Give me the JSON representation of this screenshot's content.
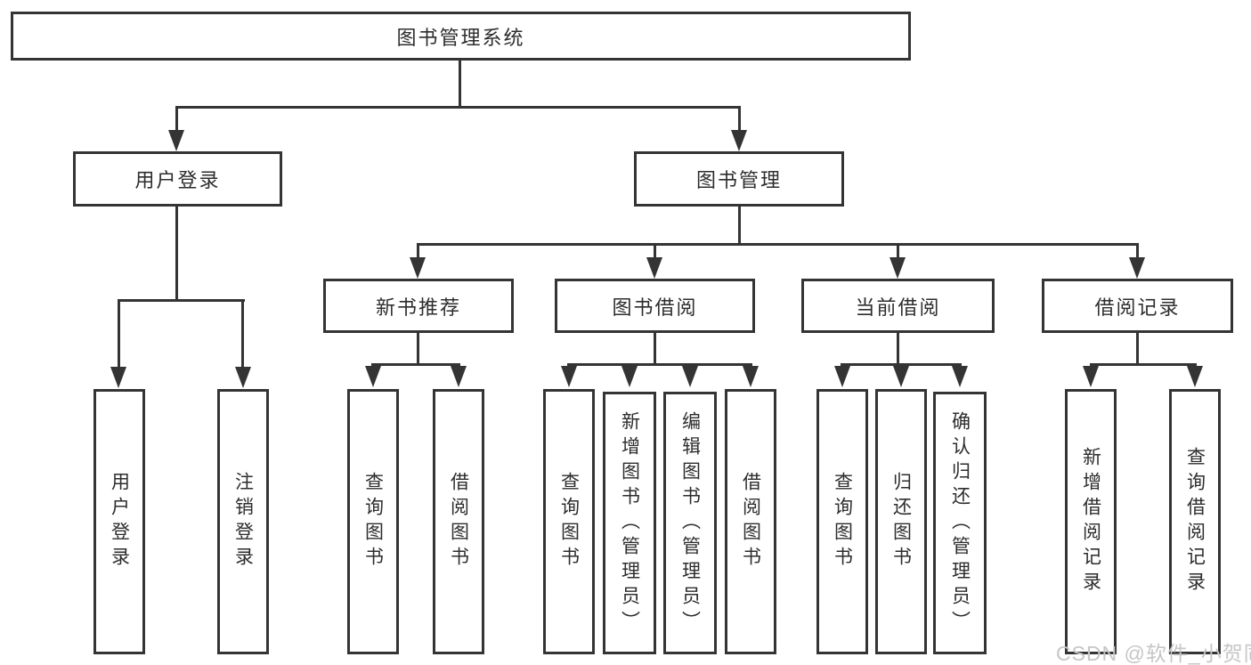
{
  "page": {
    "watermark": "CSDN @软件_小贺同学"
  },
  "colors": {
    "line": "#343434",
    "text": "#2d2d2d",
    "watermark": "#c6c6c6",
    "background": "#ffffff"
  },
  "tree": {
    "root": {
      "label": "图书管理系统"
    },
    "children": [
      {
        "label": "用户登录",
        "children": [
          {
            "label": "用户登录"
          },
          {
            "label": "注销登录"
          }
        ]
      },
      {
        "label": "图书管理",
        "children": [
          {
            "label": "新书推荐",
            "children": [
              {
                "label": "查询图书"
              },
              {
                "label": "借阅图书"
              }
            ]
          },
          {
            "label": "图书借阅",
            "children": [
              {
                "label": "查询图书"
              },
              {
                "label": "新增图书（管理员）"
              },
              {
                "label": "编辑图书（管理员）"
              },
              {
                "label": "借阅图书"
              }
            ]
          },
          {
            "label": "当前借阅",
            "children": [
              {
                "label": "查询图书"
              },
              {
                "label": "归还图书"
              },
              {
                "label": "确认归还（管理员）"
              }
            ]
          },
          {
            "label": "借阅记录",
            "children": [
              {
                "label": "新增借阅记录"
              },
              {
                "label": "查询借阅记录"
              }
            ]
          }
        ]
      }
    ]
  }
}
